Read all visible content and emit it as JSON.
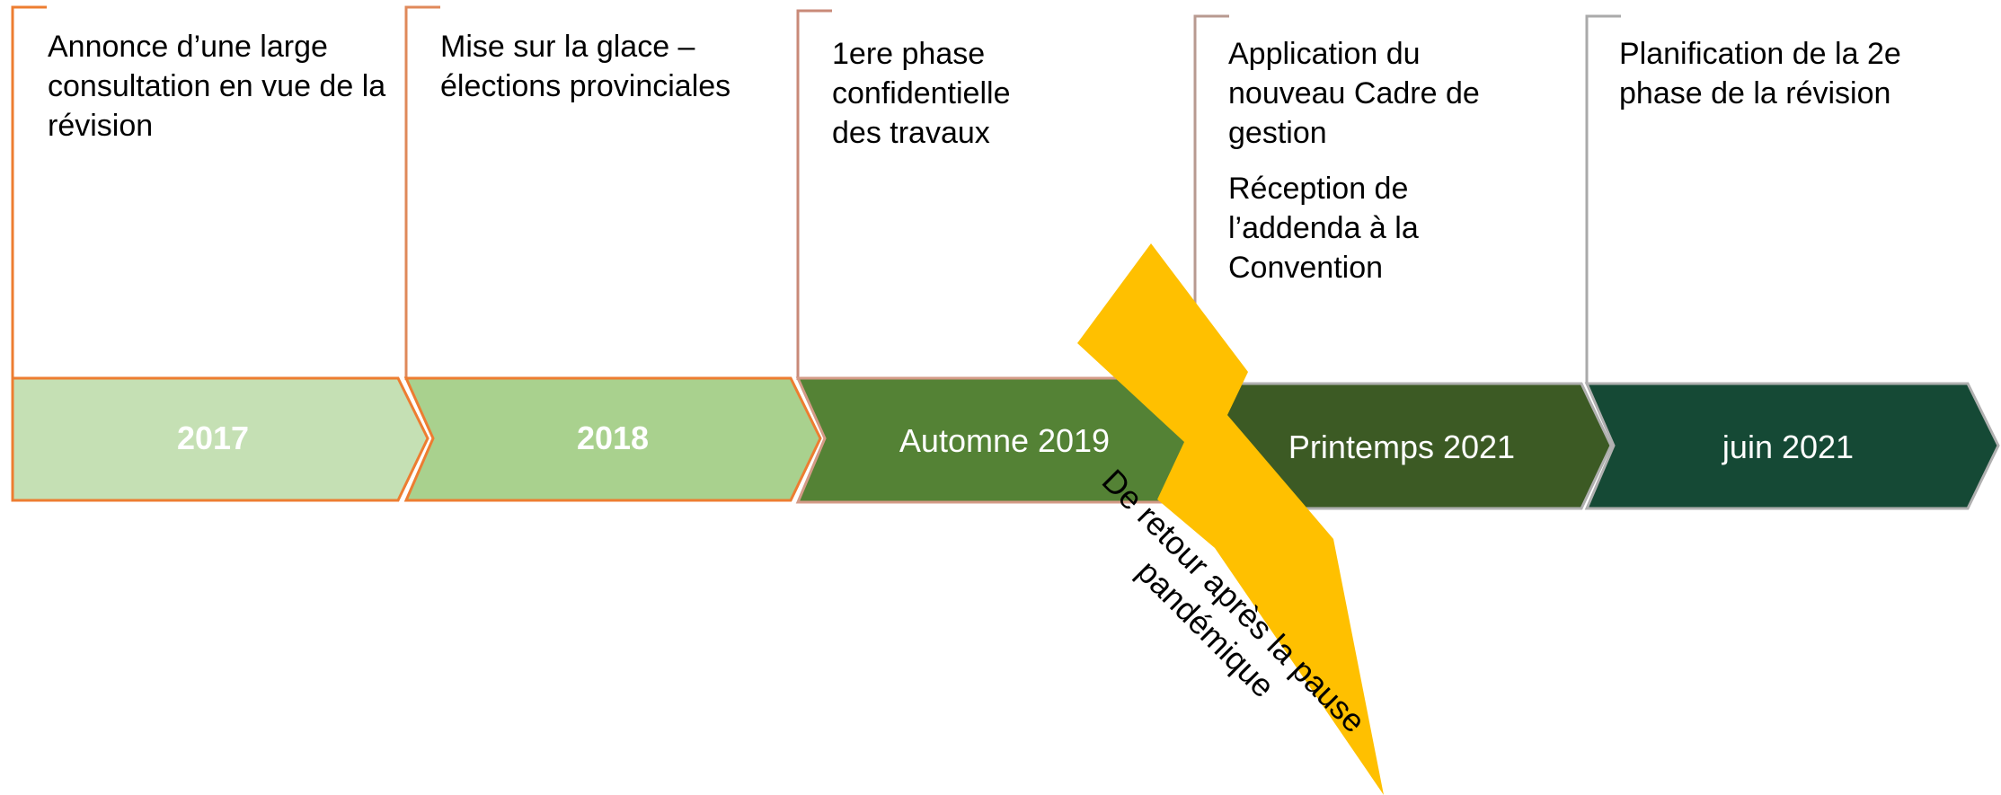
{
  "milestones": [
    {
      "label": "2017",
      "text": [
        "Annonce d’une large consultation en vue de la révision"
      ]
    },
    {
      "label": "2018",
      "text": [
        "Mise sur la glace – élections provinciales"
      ]
    },
    {
      "label": "Automne 2019",
      "text": [
        "1ere phase confidentielle des travaux"
      ]
    },
    {
      "label": "Printemps 2021",
      "text": [
        "Application du nouveau Cadre de gestion",
        "Réception de l’addenda à la Convention"
      ]
    },
    {
      "label": "juin 2021",
      "text": [
        "Planification de la 2e phase de la révision"
      ]
    }
  ],
  "callout": {
    "text": "De retour après la pause pandémique"
  },
  "colors": {
    "chevron_1": "#c5e0b4",
    "chevron_2": "#a9d18e",
    "chevron_3": "#548235",
    "chevron_4": "#3c5a24",
    "chevron_5": "#154935",
    "bolt": "#ffc000",
    "border_orange": "#ed7d31",
    "border_gray": "#aaaaaa"
  }
}
